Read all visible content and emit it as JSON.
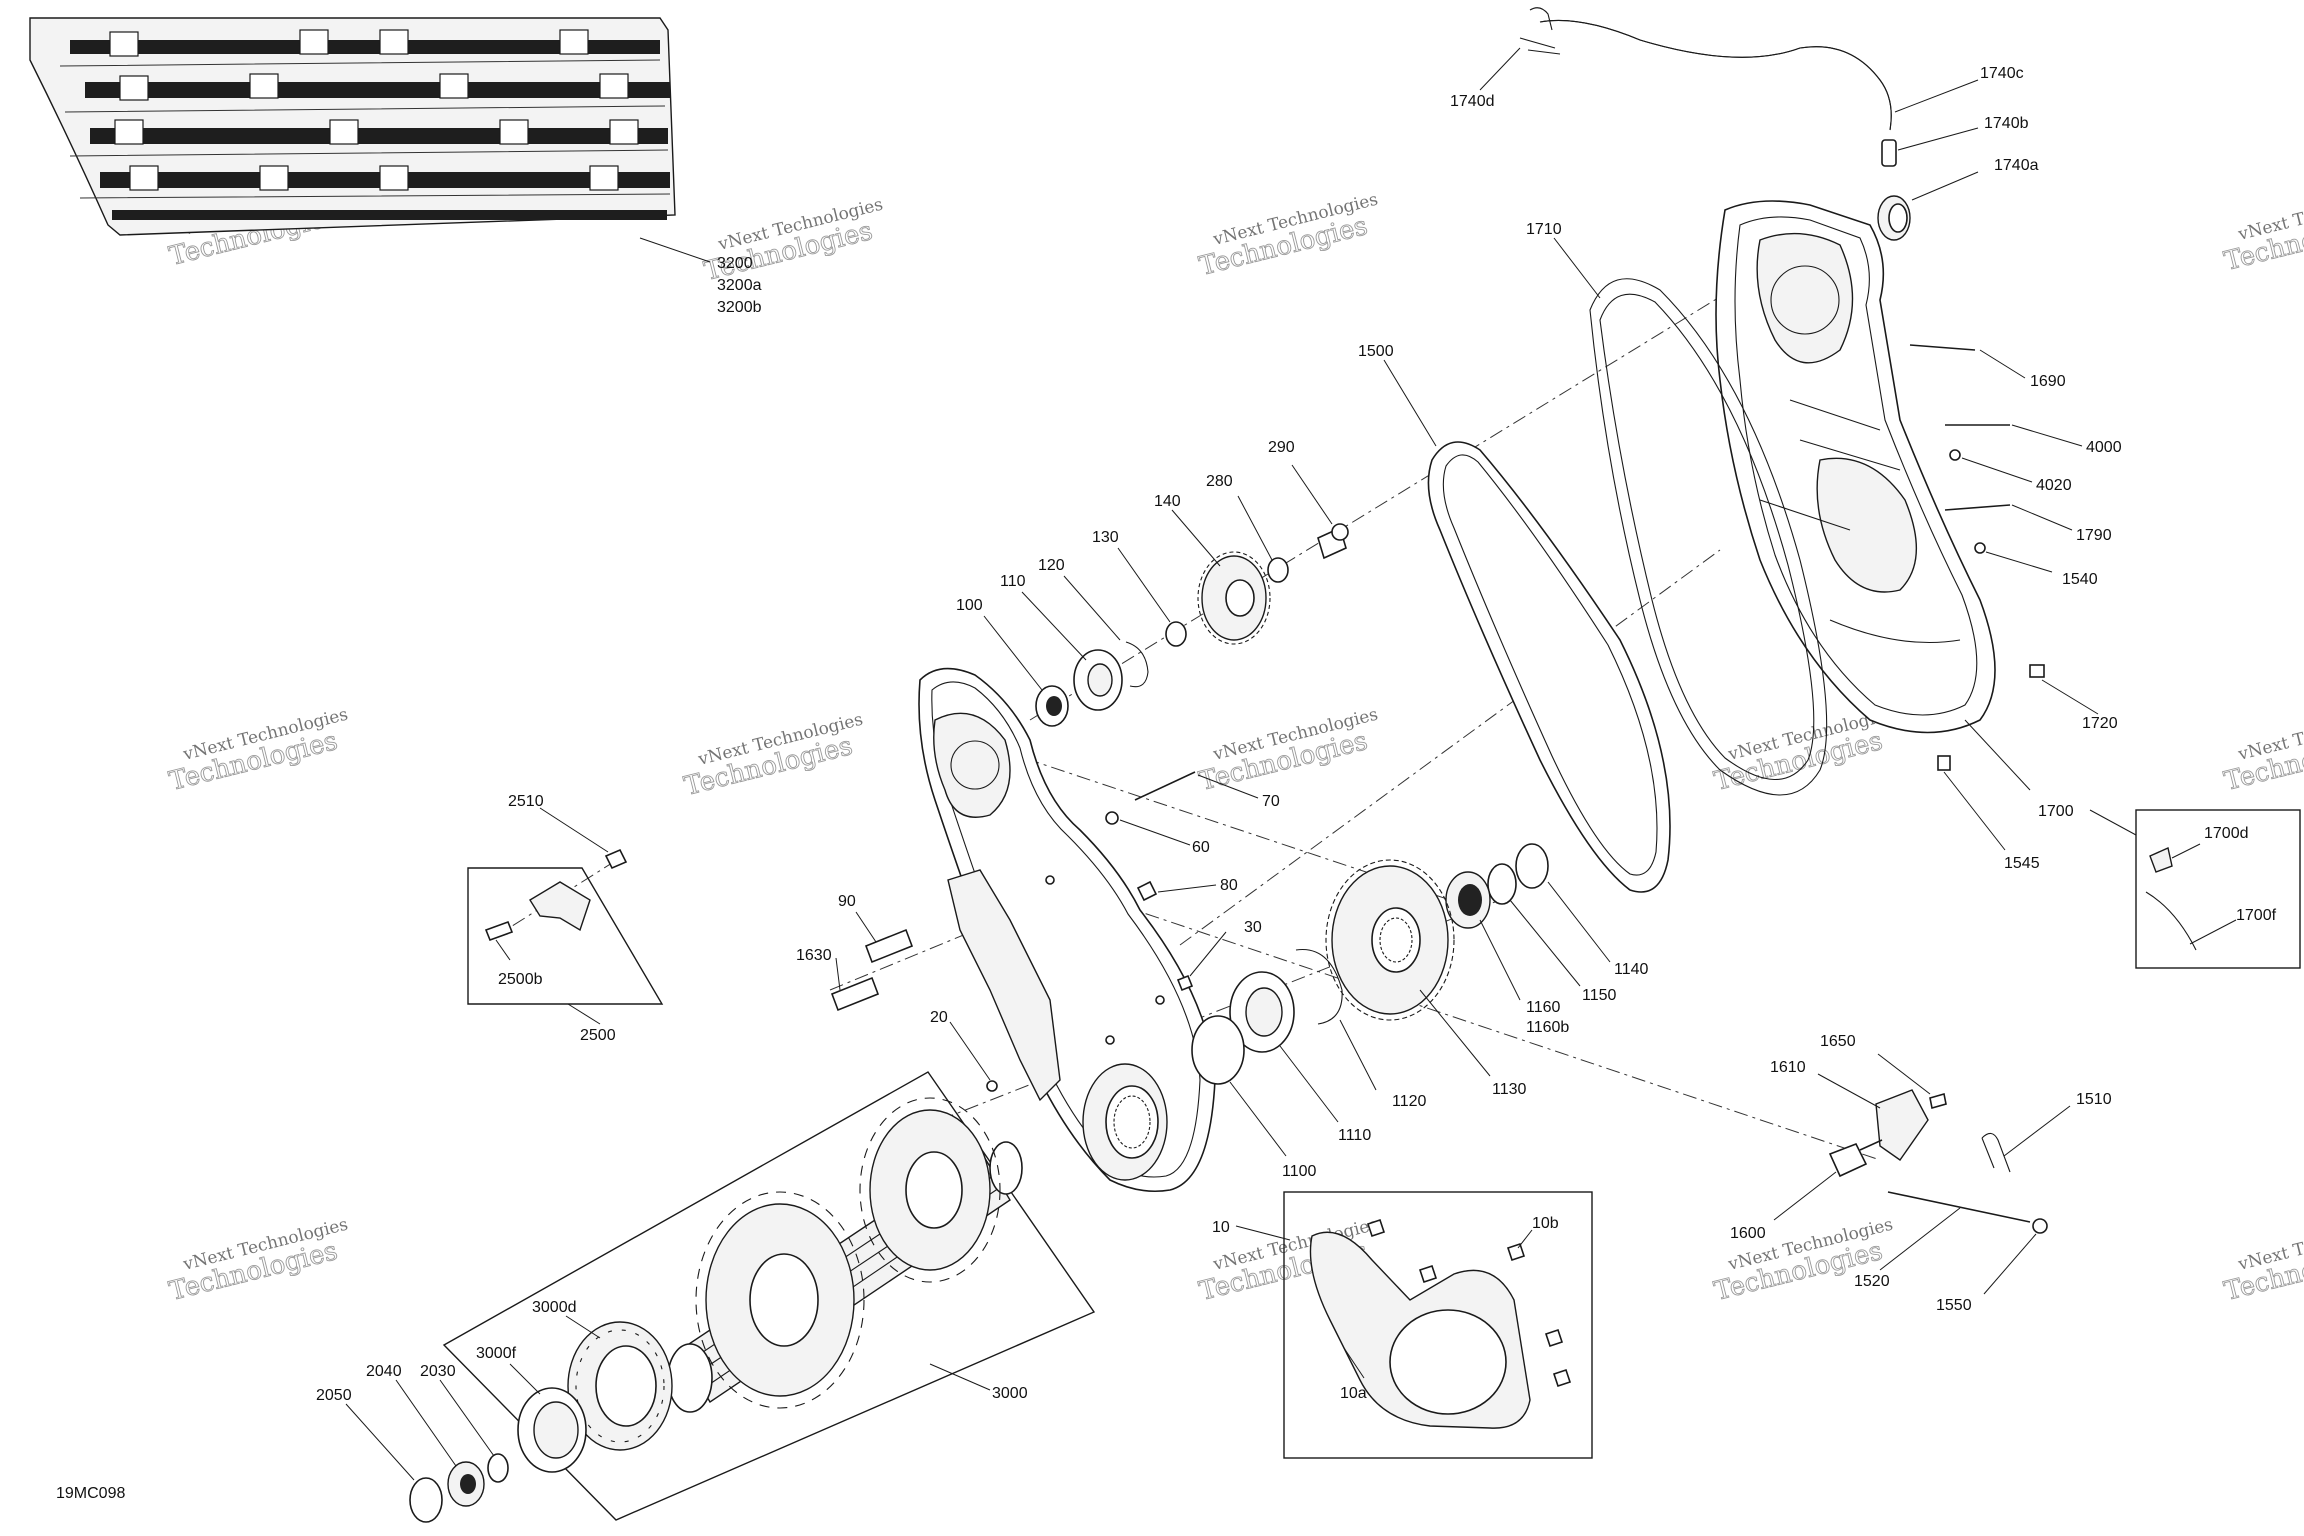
{
  "diagram_id": "19MC098",
  "watermark": {
    "line1": "vNext Technologies",
    "line2": "Technologies"
  },
  "callouts": [
    {
      "id": "c3200",
      "text": "3200"
    },
    {
      "id": "c3200a",
      "text": "3200a"
    },
    {
      "id": "c3200b",
      "text": "3200b"
    },
    {
      "id": "c1740d",
      "text": "1740d"
    },
    {
      "id": "c1740c",
      "text": "1740c"
    },
    {
      "id": "c1740b",
      "text": "1740b"
    },
    {
      "id": "c1740a",
      "text": "1740a"
    },
    {
      "id": "c1710",
      "text": "1710"
    },
    {
      "id": "c1500",
      "text": "1500"
    },
    {
      "id": "c1690",
      "text": "1690"
    },
    {
      "id": "c4000",
      "text": "4000"
    },
    {
      "id": "c4020",
      "text": "4020"
    },
    {
      "id": "c1790",
      "text": "1790"
    },
    {
      "id": "c1540",
      "text": "1540"
    },
    {
      "id": "c1720",
      "text": "1720"
    },
    {
      "id": "c1700",
      "text": "1700"
    },
    {
      "id": "c1700d",
      "text": "1700d"
    },
    {
      "id": "c1700f",
      "text": "1700f"
    },
    {
      "id": "c1545",
      "text": "1545"
    },
    {
      "id": "c290",
      "text": "290"
    },
    {
      "id": "c280",
      "text": "280"
    },
    {
      "id": "c140",
      "text": "140"
    },
    {
      "id": "c130",
      "text": "130"
    },
    {
      "id": "c120",
      "text": "120"
    },
    {
      "id": "c110",
      "text": "110"
    },
    {
      "id": "c100",
      "text": "100"
    },
    {
      "id": "c70",
      "text": "70"
    },
    {
      "id": "c60",
      "text": "60"
    },
    {
      "id": "c80",
      "text": "80"
    },
    {
      "id": "c90",
      "text": "90"
    },
    {
      "id": "c1630",
      "text": "1630"
    },
    {
      "id": "c30",
      "text": "30"
    },
    {
      "id": "c20",
      "text": "20"
    },
    {
      "id": "c2510",
      "text": "2510"
    },
    {
      "id": "c2500b",
      "text": "2500b"
    },
    {
      "id": "c2500",
      "text": "2500"
    },
    {
      "id": "c1140",
      "text": "1140"
    },
    {
      "id": "c1150",
      "text": "1150"
    },
    {
      "id": "c1160",
      "text": "1160"
    },
    {
      "id": "c1160b",
      "text": "1160b"
    },
    {
      "id": "c1130",
      "text": "1130"
    },
    {
      "id": "c1120",
      "text": "1120"
    },
    {
      "id": "c1110",
      "text": "1110"
    },
    {
      "id": "c1100",
      "text": "1100"
    },
    {
      "id": "c10",
      "text": "10"
    },
    {
      "id": "c10b",
      "text": "10b"
    },
    {
      "id": "c10a",
      "text": "10a"
    },
    {
      "id": "c1650",
      "text": "1650"
    },
    {
      "id": "c1610",
      "text": "1610"
    },
    {
      "id": "c1510",
      "text": "1510"
    },
    {
      "id": "c1600",
      "text": "1600"
    },
    {
      "id": "c1520",
      "text": "1520"
    },
    {
      "id": "c1550",
      "text": "1550"
    },
    {
      "id": "c3000",
      "text": "3000"
    },
    {
      "id": "c3000d",
      "text": "3000d"
    },
    {
      "id": "c3000f",
      "text": "3000f"
    },
    {
      "id": "c2040",
      "text": "2040"
    },
    {
      "id": "c2030",
      "text": "2030"
    },
    {
      "id": "c2050",
      "text": "2050"
    }
  ]
}
